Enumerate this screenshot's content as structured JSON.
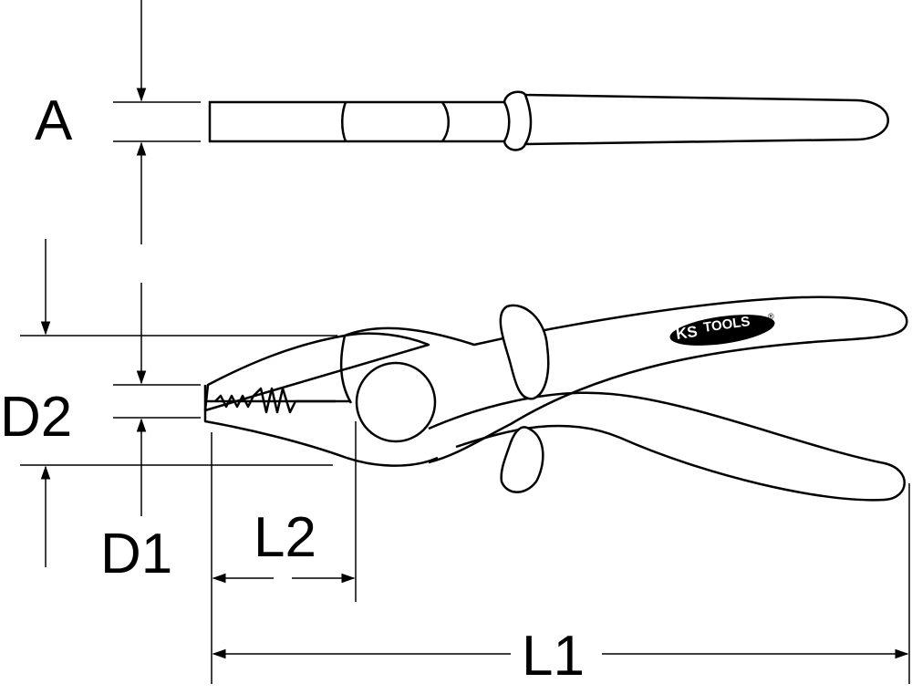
{
  "labels": {
    "A": "A",
    "D2": "D2",
    "D1": "D1",
    "L2": "L2",
    "L1": "L1"
  },
  "logo": {
    "ks": "KS",
    "tools": "TOOLS",
    "mark": "®"
  },
  "colors": {
    "outline": "#000000",
    "background": "#ffffff",
    "logo_fill": "#000000",
    "logo_text": "#ffffff"
  }
}
